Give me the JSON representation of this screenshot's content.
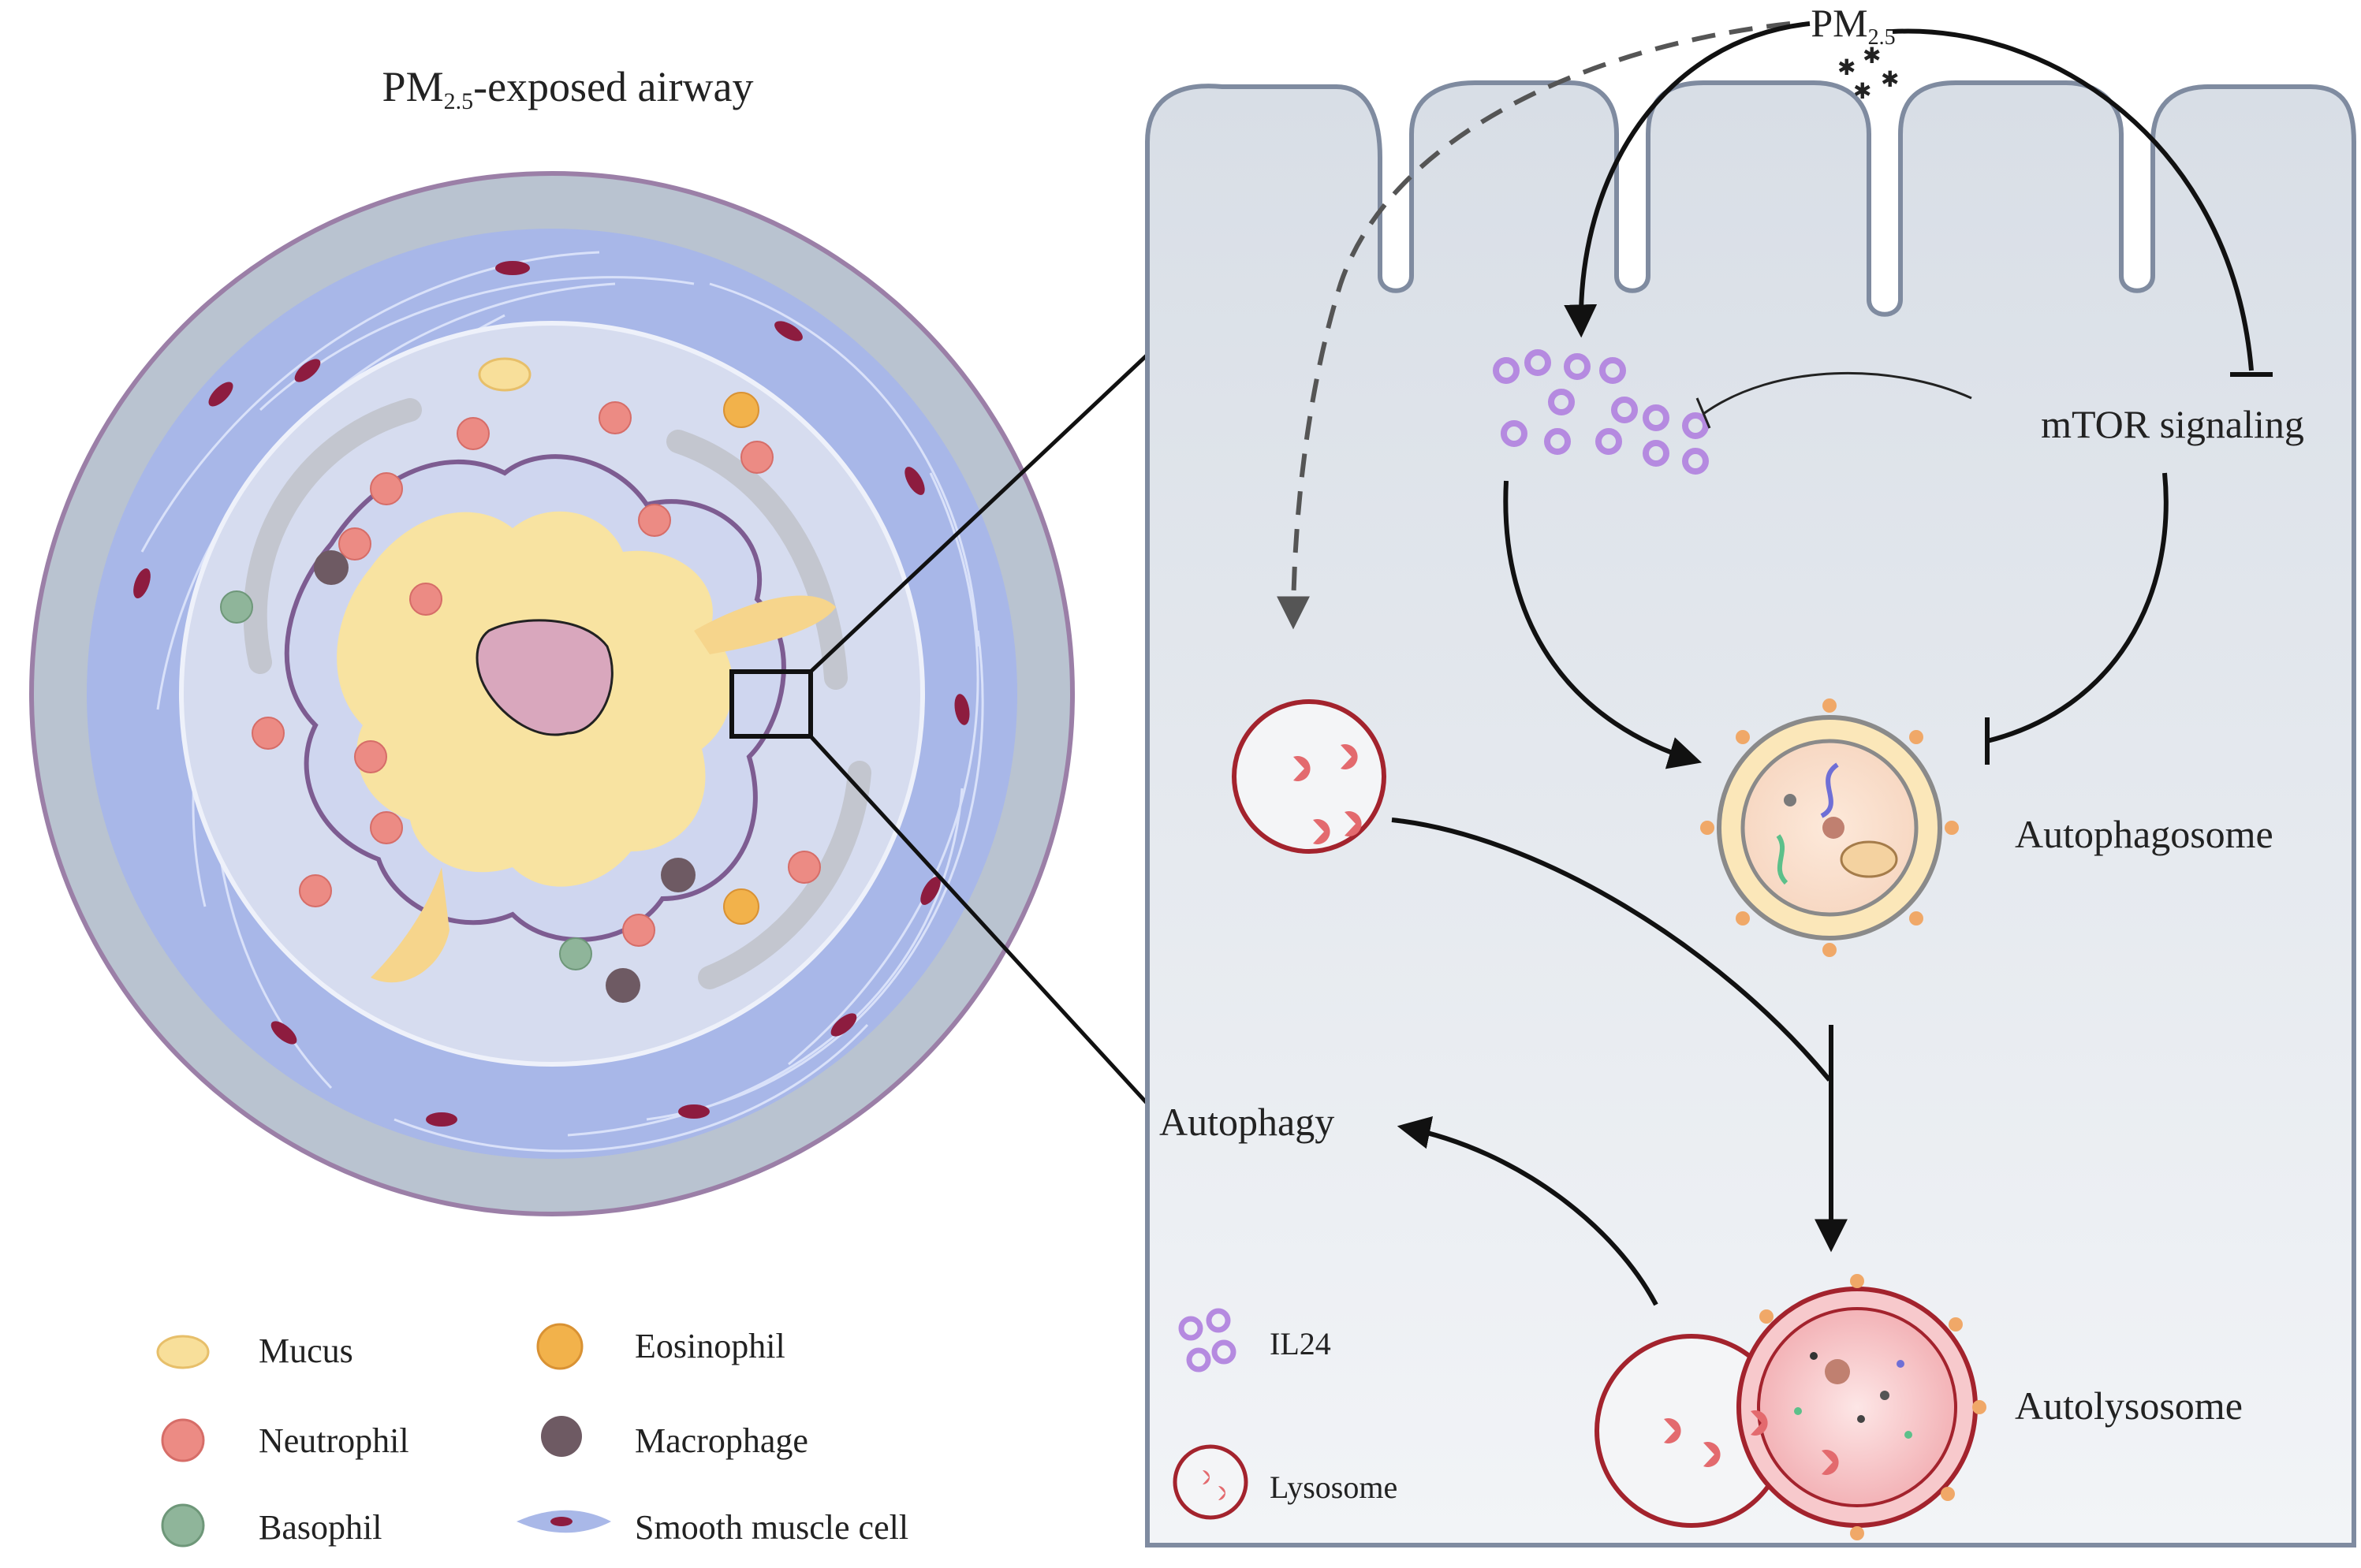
{
  "airway": {
    "title_prefix": "PM",
    "title_sub": "2.5",
    "title_suffix": "-exposed airway"
  },
  "cell": {
    "pm_label": "PM",
    "pm_sub": "2.5",
    "mtor_label": "mTOR signaling",
    "autophagosome_label": "Autophagosome",
    "autolysosome_label": "Autolysosome",
    "autophagy_label": "Autophagy"
  },
  "cell_legend": {
    "il24": "IL24",
    "lysosome": "Lysosome"
  },
  "legend": {
    "mucus": "Mucus",
    "neutrophil": "Neutrophil",
    "basophil": "Basophil",
    "eosinophil": "Eosinophil",
    "macrophage": "Macrophage",
    "smooth_muscle": "Smooth muscle cell"
  },
  "colors": {
    "outer_ring": "#b8c2cf",
    "muscle_layer": "#a9b8e8",
    "lumen": "#d9e0ef",
    "mucus": "#f7df9a",
    "neutrophil": "#ec8b84",
    "eosinophil": "#f2b24b",
    "basophil": "#8fb59a",
    "macrophage": "#6e5a63",
    "il24": "#b58ae0",
    "lysosome": "#a3232d",
    "cell_fill": "#dde3ea",
    "cell_stroke": "#7f8ba0"
  }
}
